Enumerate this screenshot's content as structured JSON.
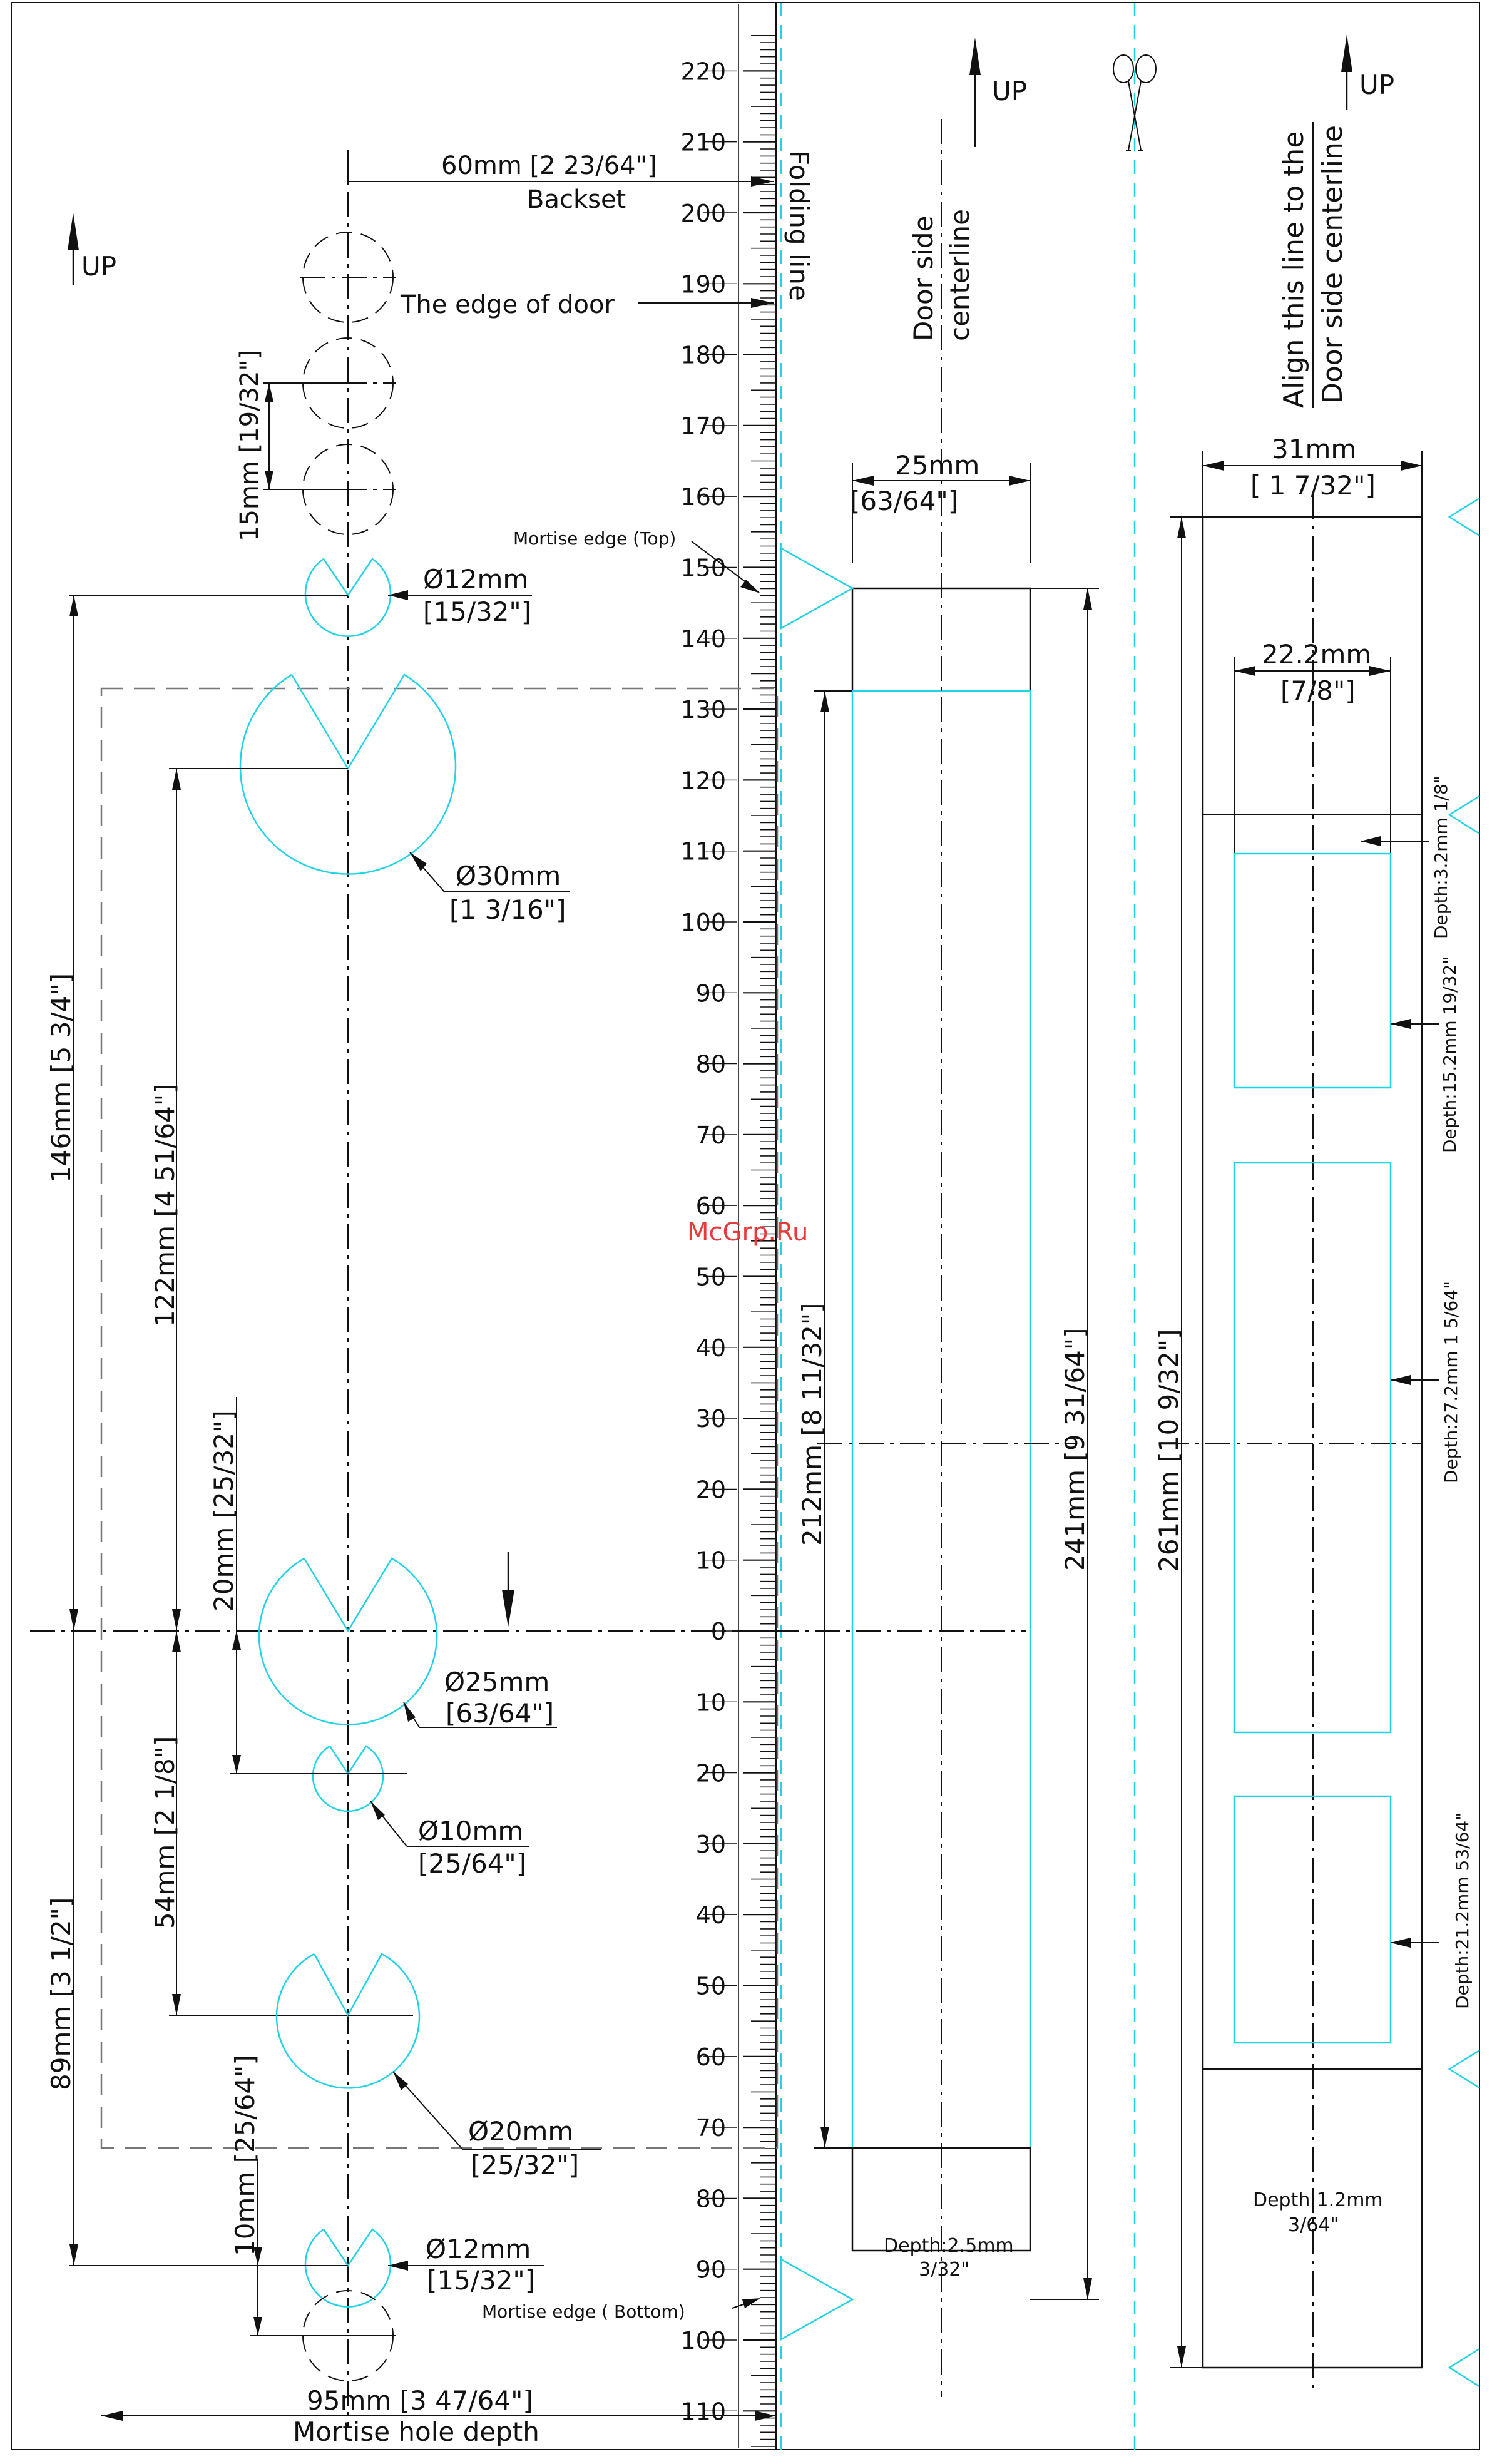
{
  "ruler": {
    "top_labels": [
      "220",
      "210",
      "200",
      "190",
      "180",
      "170",
      "160",
      "150",
      "140",
      "130",
      "120",
      "110",
      "100",
      "90",
      "80",
      "70",
      "60",
      "50",
      "40",
      "30",
      "20",
      "10",
      "0"
    ],
    "bottom_labels": [
      "10",
      "20",
      "30",
      "40",
      "50",
      "60",
      "70",
      "80",
      "90",
      "100",
      "110"
    ]
  },
  "up_labels": {
    "left": "UP",
    "middle": "UP",
    "right": "UP"
  },
  "left_panel": {
    "backset_value": "60mm [2 23/64\"]",
    "backset_label": "Backset",
    "edge_of_door": "The edge of door",
    "folding_line": "Folding line",
    "spacing_15": "15mm [19/32\"]",
    "mortise_edge_top": "Mortise edge (Top)",
    "mortise_edge_bottom": "Mortise edge ( Bottom)",
    "d12_top_mm": "Ø12mm",
    "d12_top_in": "[15/32\"]",
    "d30_mm": "Ø30mm",
    "d30_in": "[1 3/16\"]",
    "d25_mm": "Ø25mm",
    "d25_in": "[63/64\"]",
    "d10_mm": "Ø10mm",
    "d10_in": "[25/64\"]",
    "d20_mm": "Ø20mm",
    "d20_in": "[25/32\"]",
    "d12_bot_mm": "Ø12mm",
    "d12_bot_in": "[15/32\"]",
    "dim_146": "146mm [5 3/4\"]",
    "dim_122": "122mm [4 51/64\"]",
    "dim_20": "20mm [25/32\"]",
    "dim_54": "54mm [2 1/8\"]",
    "dim_89": "89mm [3 1/2\"]",
    "dim_10": "10mm [25/64\"]",
    "dim_95": "95mm [3 47/64\"]",
    "mortise_hole_depth": "Mortise hole depth",
    "watermark": "McGrp.Ru"
  },
  "middle_panel": {
    "door_side": "Door side",
    "centerline": "centerline",
    "width_mm": "25mm",
    "width_in": "[63/64\"]",
    "dim_212": "212mm [8 11/32\"]",
    "dim_241": "241mm [9 31/64\"]",
    "depth_label": "Depth:2.5mm",
    "depth_in": "3/32\""
  },
  "right_panel": {
    "align_line1": "Align this line to the",
    "align_line2": "Door side centerline",
    "width_mm": "31mm",
    "width_in": "[ 1 7/32\"]",
    "inner_mm": "22.2mm",
    "inner_in": "[7/8\"]",
    "depth_a": "Depth:3.2mm 1/8\"",
    "depth_b": "Depth:15.2mm 19/32\"",
    "depth_c": "Depth:27.2mm 1 5/64\"",
    "depth_d": "Depth:21.2mm 53/64\"",
    "depth_e_mm": "Depth:1.2mm",
    "depth_e_in": "3/64\"",
    "dim_261": "261mm [10 9/32\"]"
  }
}
